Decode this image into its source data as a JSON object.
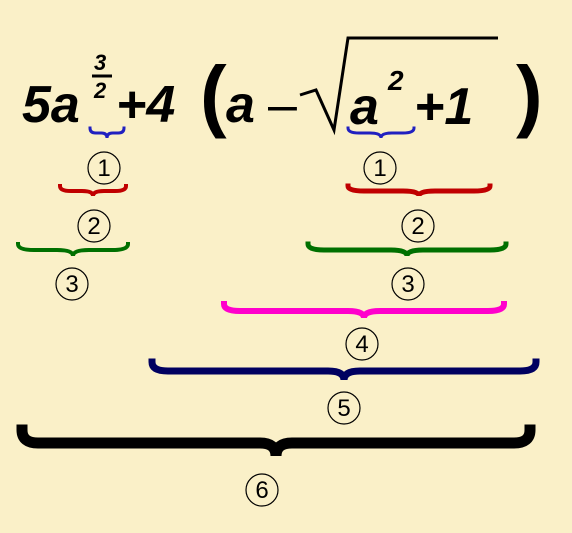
{
  "expression": {
    "coef1": "5a",
    "exp_num": "3",
    "exp_den": "2",
    "plus1": "+4",
    "open_paren": "(",
    "var_a": "a",
    "minus": "–",
    "radicand_base": "a",
    "radicand_exp": "2",
    "plus2": "+1",
    "close_paren": ")"
  },
  "steps": [
    {
      "number": "1",
      "color": "#2020c0"
    },
    {
      "number": "2",
      "color": "#c00000"
    },
    {
      "number": "3",
      "color": "#007000"
    },
    {
      "number": "4",
      "color": "#ff00cc"
    },
    {
      "number": "5",
      "color": "#000060"
    },
    {
      "number": "6",
      "color": "#000000"
    }
  ]
}
